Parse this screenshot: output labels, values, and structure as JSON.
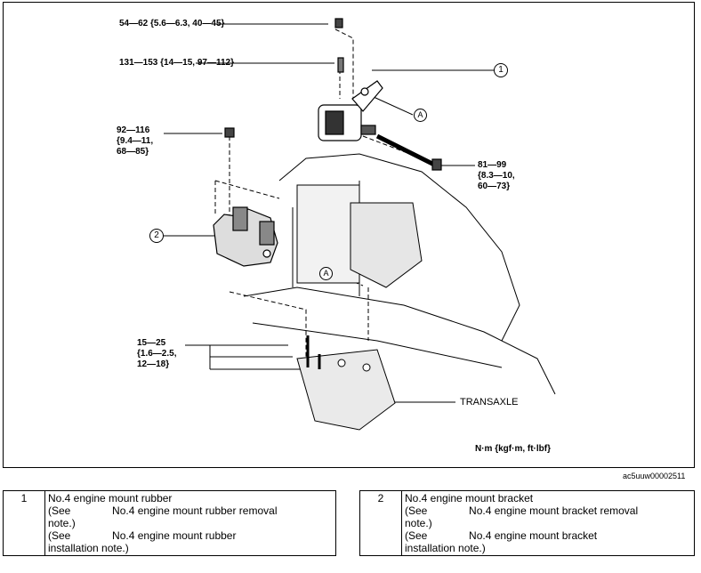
{
  "diagram": {
    "torque_labels": {
      "top_nut": "54—62 {5.6—6.3, 40—45}",
      "top_bolt": "131—153 {14—15, 97—112}",
      "left_nut_1": "92—116",
      "left_nut_2": "{9.4—11,",
      "left_nut_3": "68—85}",
      "right_bolt_1": "81—99",
      "right_bolt_2": "{8.3—10,",
      "right_bolt_3": "60—73}",
      "lower_bolts_1": "15—25",
      "lower_bolts_2": "{1.6—2.5,",
      "lower_bolts_3": "12—18}"
    },
    "callouts": {
      "one": "1",
      "two": "2",
      "ref_a_top": "A",
      "ref_a_mid": "A"
    },
    "transaxle_label": "TRANSAXLE",
    "units": "N·m {kgf·m, ft·lbf}",
    "image_code": "ac5uuw00002511"
  },
  "legend": {
    "left": {
      "number": "1",
      "name": "No.4 engine mount rubber",
      "note1_a": "(See",
      "note1_b": "No.4 engine mount rubber removal",
      "note1_c": "note.)",
      "note2_a": "(See",
      "note2_b": "No.4 engine mount rubber",
      "note2_c": "installation note.)"
    },
    "right": {
      "number": "2",
      "name": "No.4 engine mount bracket",
      "note1_a": "(See",
      "note1_b": "No.4 engine mount bracket removal",
      "note1_c": "note.)",
      "note2_a": "(See",
      "note2_b": "No.4 engine mount bracket",
      "note2_c": "installation note.)"
    }
  }
}
